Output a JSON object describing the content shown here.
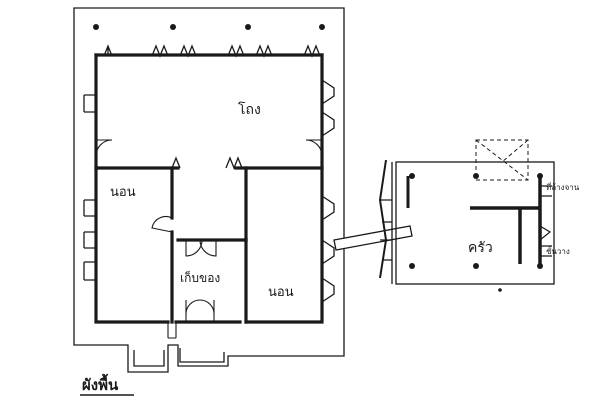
{
  "rooms": {
    "hall": "โถง",
    "bedroom_left": "นอน",
    "storage": "เก็บของ",
    "bedroom_right": "นอน",
    "kitchen": "ครัว"
  },
  "annotations": {
    "floor_plan": "ผังพื้น",
    "kitchen_note_1": "ที่ล้างจาน",
    "kitchen_note_2": "ชั้นวาง"
  },
  "colors": {
    "ink": "#1a1a1a",
    "paper": "#ffffff"
  }
}
